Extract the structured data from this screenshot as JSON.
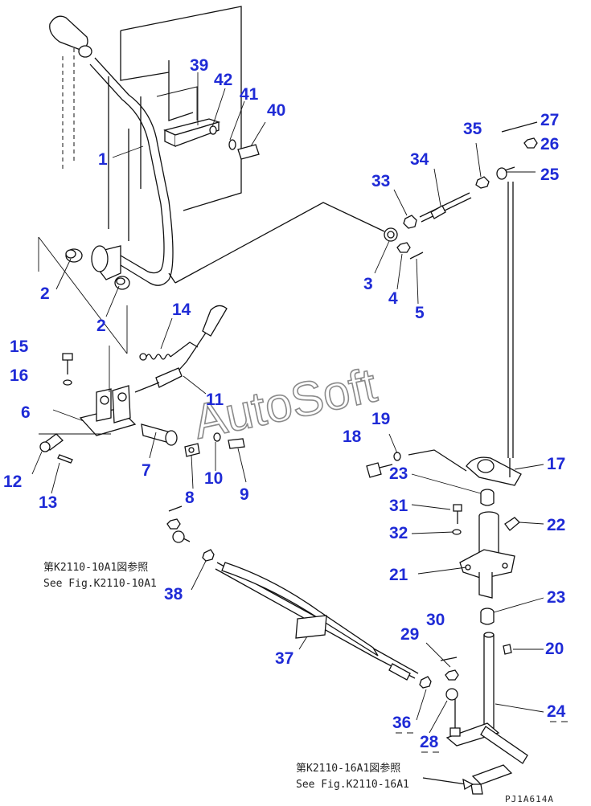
{
  "labels": {
    "p1": "1",
    "p2a": "2",
    "p2b": "2",
    "p3": "3",
    "p4": "4",
    "p5": "5",
    "p6": "6",
    "p7": "7",
    "p8": "8",
    "p9": "9",
    "p10": "10",
    "p11": "11",
    "p12": "12",
    "p13": "13",
    "p14": "14",
    "p15": "15",
    "p16": "16",
    "p17": "17",
    "p18": "18",
    "p19": "19",
    "p20": "20",
    "p21": "21",
    "p22": "22",
    "p23a": "23",
    "p23b": "23",
    "p24": "24",
    "p25": "25",
    "p26": "26",
    "p27": "27",
    "p28": "28",
    "p29": "29",
    "p30": "30",
    "p31": "31",
    "p32": "32",
    "p33": "33",
    "p34": "34",
    "p35": "35",
    "p36": "36",
    "p37": "37",
    "p38": "38",
    "p39": "39",
    "p40": "40",
    "p41": "41",
    "p42": "42"
  },
  "notes": {
    "ref1_jp": "第K2110-10A1図参照",
    "ref1_en": "See Fig.K2110-10A1",
    "ref2_jp": "第K2110-16A1図参照",
    "ref2_en": "See Fig.K2110-16A1"
  },
  "watermark": "AutoSoft",
  "drawing_code": "PJ1A614A",
  "colors": {
    "callout": "#1f2bd6",
    "linework": "#111111"
  }
}
